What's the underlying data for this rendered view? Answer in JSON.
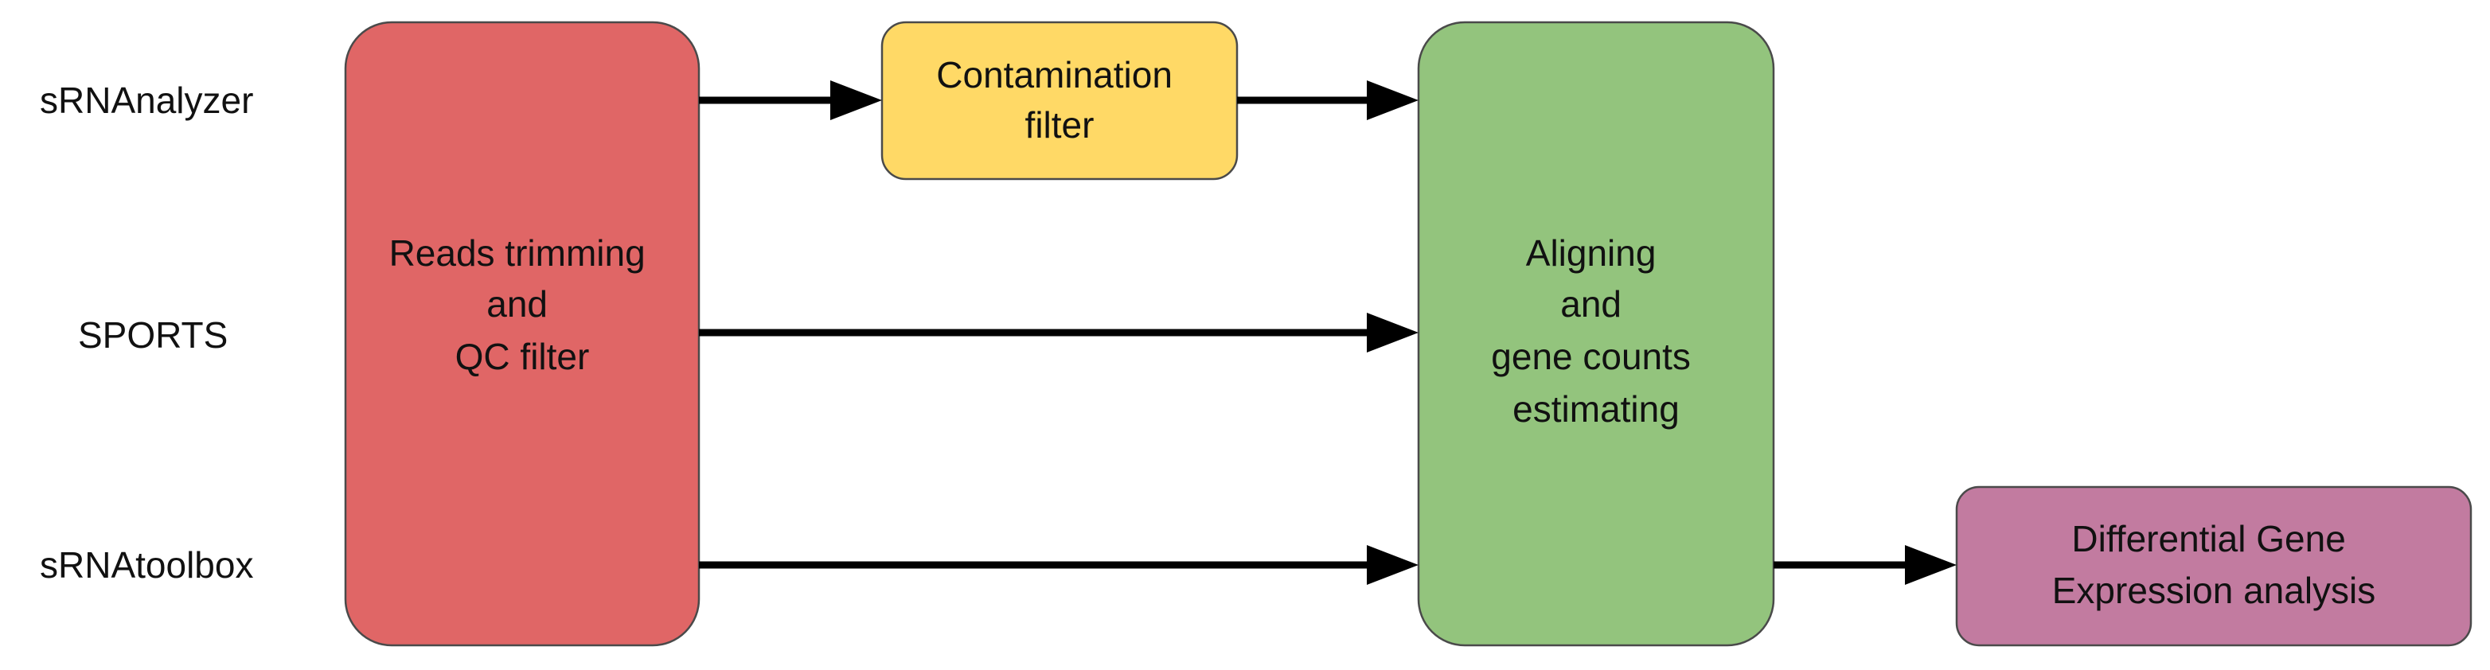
{
  "tools": [
    {
      "id": "srnanalyzer",
      "label": "sRNAnalyzer"
    },
    {
      "id": "sports",
      "label": "SPORTS"
    },
    {
      "id": "srnatoolbox",
      "label": "sRNAtoolbox"
    }
  ],
  "boxes": {
    "trimming": {
      "lines": [
        "Reads trimming",
        "and",
        "QC filter"
      ],
      "color": "#e06666"
    },
    "contamination": {
      "lines": [
        "Contamination",
        "filter"
      ],
      "color": "#ffd966"
    },
    "aligning": {
      "lines": [
        "Aligning",
        "and",
        "gene counts",
        "estimating"
      ],
      "color": "#93c47d"
    },
    "dge": {
      "lines": [
        "Differential Gene",
        "Expression analysis"
      ],
      "color": "#c27ba0"
    }
  },
  "colors": {
    "arrow": "#000000",
    "box_border": "#4a4a4a",
    "text": "#111111"
  }
}
